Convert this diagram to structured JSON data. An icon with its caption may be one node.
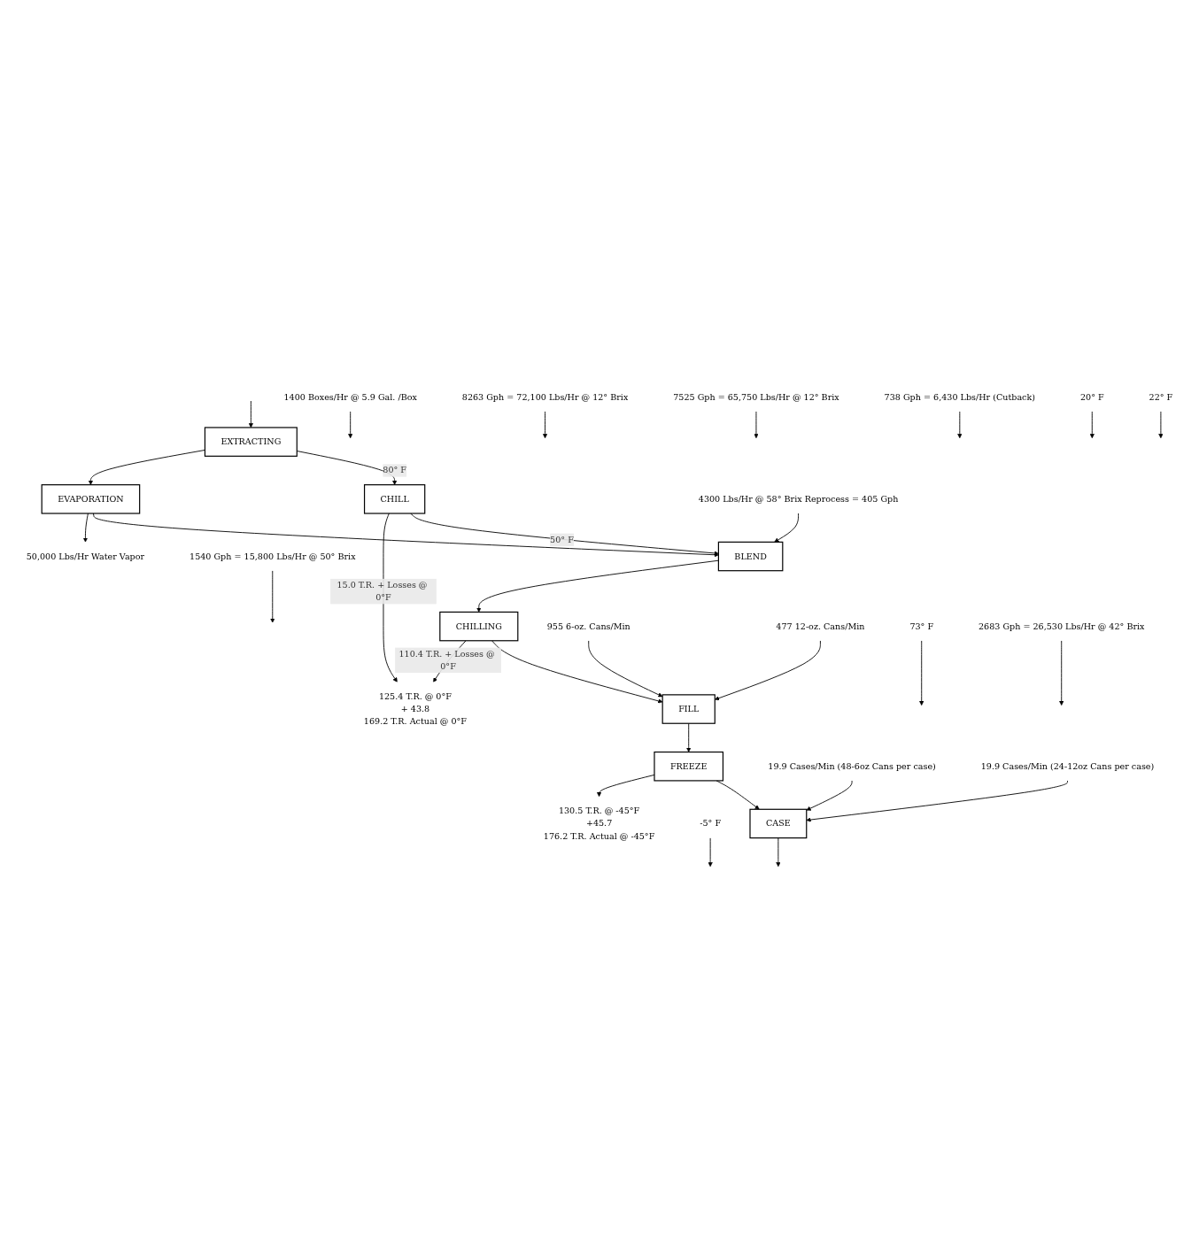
{
  "diagram": {
    "nodes": [
      {
        "text": [
          "EXTRACTING"
        ]
      },
      {
        "text": [
          "1400 Boxes/Hr @ 5.9 Gal. /Box"
        ]
      },
      {
        "text": [
          "8263 Gph = 72,100 Lbs/Hr @ 12° Brix"
        ]
      },
      {
        "text": [
          "7525 Gph = 65,750 Lbs/Hr @ 12° Brix"
        ]
      },
      {
        "text": [
          "738 Gph = 6,430 Lbs/Hr (Cutback)"
        ]
      },
      {
        "text": [
          "CHILL"
        ]
      },
      {
        "text": [
          "EVAPORATION"
        ]
      },
      {
        "text": [
          "50,000 Lbs/Hr Water Vapor"
        ]
      },
      {
        "text": [
          "1540 Gph = 15,800 Lbs/Hr @ 50° Brix"
        ]
      },
      {
        "text": [
          "BLEND"
        ]
      },
      {
        "text": [
          "4300 Lbs/Hr @ 58° Brix Reprocess = 405 Gph"
        ]
      },
      {
        "text": [
          "73° F"
        ]
      },
      {
        "text": [
          "2683 Gph = 26,530 Lbs/Hr @ 42° Brix"
        ]
      },
      {
        "text": [
          "CHILLING"
        ]
      },
      {
        "text": [
          "125.4 T.R. @ 0°F",
          "+ 43.8",
          "169.2 T.R. Actual @ 0°F"
        ]
      },
      {
        "text": [
          "20° F"
        ]
      },
      {
        "text": [
          "FILL"
        ]
      },
      {
        "text": [
          "955 6-oz. Cans/Min"
        ]
      },
      {
        "text": [
          "477 12-oz. Cans/Min"
        ]
      },
      {
        "text": [
          "22° F"
        ]
      },
      {
        "text": [
          "FREEZE"
        ]
      },
      {
        "text": [
          "130.5 T.R. @ -45°F",
          "+45.7",
          "176.2 T.R. Actual @ -45°F"
        ]
      },
      {
        "text": [
          "-5° F"
        ]
      },
      {
        "text": [
          "CASE"
        ]
      },
      {
        "text": [
          "19.9 Cases/Min (48-6oz Cans per case)"
        ]
      },
      {
        "text": [
          "19.9 Cases/Min (24-12oz Cans per case)"
        ]
      }
    ],
    "edges": [
      {
        "from": null,
        "to": 0,
        "arrow": "to"
      },
      {
        "from": 1,
        "to": null,
        "arrow": "to"
      },
      {
        "from": 0,
        "to": 6,
        "arrow": "to"
      },
      {
        "from": 2,
        "to": null,
        "arrow": "to"
      },
      {
        "from": 3,
        "to": null,
        "arrow": "to"
      },
      {
        "from": 0,
        "to": 5,
        "arrow": "to",
        "label": "80° F"
      },
      {
        "from": 4,
        "to": null,
        "arrow": "to"
      },
      {
        "from": 6,
        "to": 7,
        "arrow": "to"
      },
      {
        "from": 8,
        "to": null,
        "arrow": "to"
      },
      {
        "from": 5,
        "to": 14,
        "arrow": "to",
        "label": "15.0 T.R. + Losses @ 0°F"
      },
      {
        "from": 5,
        "to": 9,
        "arrow": "to",
        "label": "50° F"
      },
      {
        "from": 6,
        "to": 9,
        "arrow": "to"
      },
      {
        "from": 10,
        "to": 9,
        "arrow": "to"
      },
      {
        "from": 9,
        "to": 13,
        "arrow": "to"
      },
      {
        "from": 11,
        "to": null,
        "arrow": "to"
      },
      {
        "from": 12,
        "to": null,
        "arrow": "to"
      },
      {
        "from": 13,
        "to": 14,
        "arrow": "to",
        "label": "110.4 T.R. + Losses @ 0°F"
      },
      {
        "from": 13,
        "to": 16,
        "arrow": "to"
      },
      {
        "from": 15,
        "to": null,
        "arrow": "to"
      },
      {
        "from": 17,
        "to": 16,
        "arrow": "to"
      },
      {
        "from": 18,
        "to": 16,
        "arrow": "to"
      },
      {
        "from": 16,
        "to": 20,
        "arrow": "to"
      },
      {
        "from": 19,
        "to": null,
        "arrow": "to"
      },
      {
        "from": 20,
        "to": 21,
        "arrow": "to"
      },
      {
        "from": 20,
        "to": 23,
        "arrow": "to"
      },
      {
        "from": 22,
        "to": null,
        "arrow": "to"
      },
      {
        "from": 24,
        "to": 23,
        "arrow": "to"
      },
      {
        "from": 25,
        "to": 23,
        "arrow": "to"
      },
      {
        "from": 23,
        "to": null,
        "arrow": "to"
      }
    ]
  }
}
